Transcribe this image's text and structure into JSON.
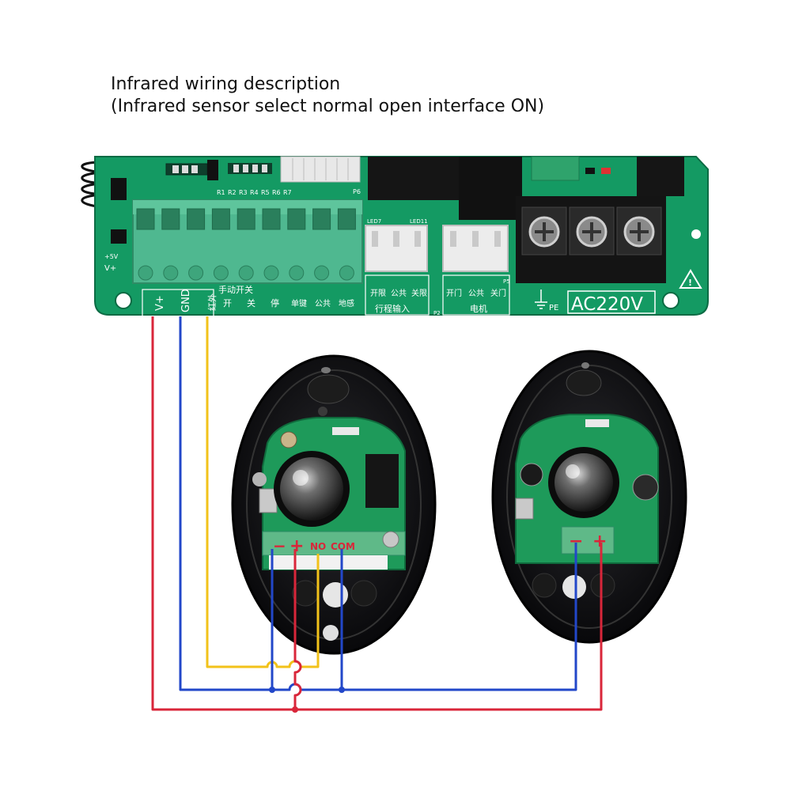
{
  "title": {
    "line1": "Infrared wiring description",
    "line2": "(Infrared sensor select normal open interface ON)"
  },
  "board": {
    "left_labels": [
      "V+",
      "GND",
      "红外"
    ],
    "manual_switch_label": "手动开关",
    "manual_switch_items": [
      "开",
      "关",
      "停",
      "单键",
      "公共",
      "地感"
    ],
    "limit_labels": [
      "开限",
      "公共",
      "关限"
    ],
    "limit_group_label": "行程输入",
    "motor_labels": [
      "开门",
      "公共",
      "关门"
    ],
    "motor_group_label": "电机",
    "power_label": "AC220V",
    "pe_label": "PE",
    "plus5v_label": "+5V",
    "vplus_small_label": "V+",
    "resistor_labels": [
      "R1",
      "R2",
      "R3",
      "R4",
      "R5",
      "R6",
      "R7"
    ],
    "led_labels": [
      "LED7",
      "LED11"
    ],
    "connector_labels": [
      "P6",
      "P2",
      "P5"
    ]
  },
  "receiver": {
    "terminals": [
      "−",
      "+",
      "NO",
      "COM"
    ]
  },
  "emitter": {
    "terminals": [
      "−",
      "+"
    ]
  },
  "wire_colors": {
    "red": "#d9263a",
    "blue": "#2247c9",
    "yellow": "#f2c21a"
  }
}
